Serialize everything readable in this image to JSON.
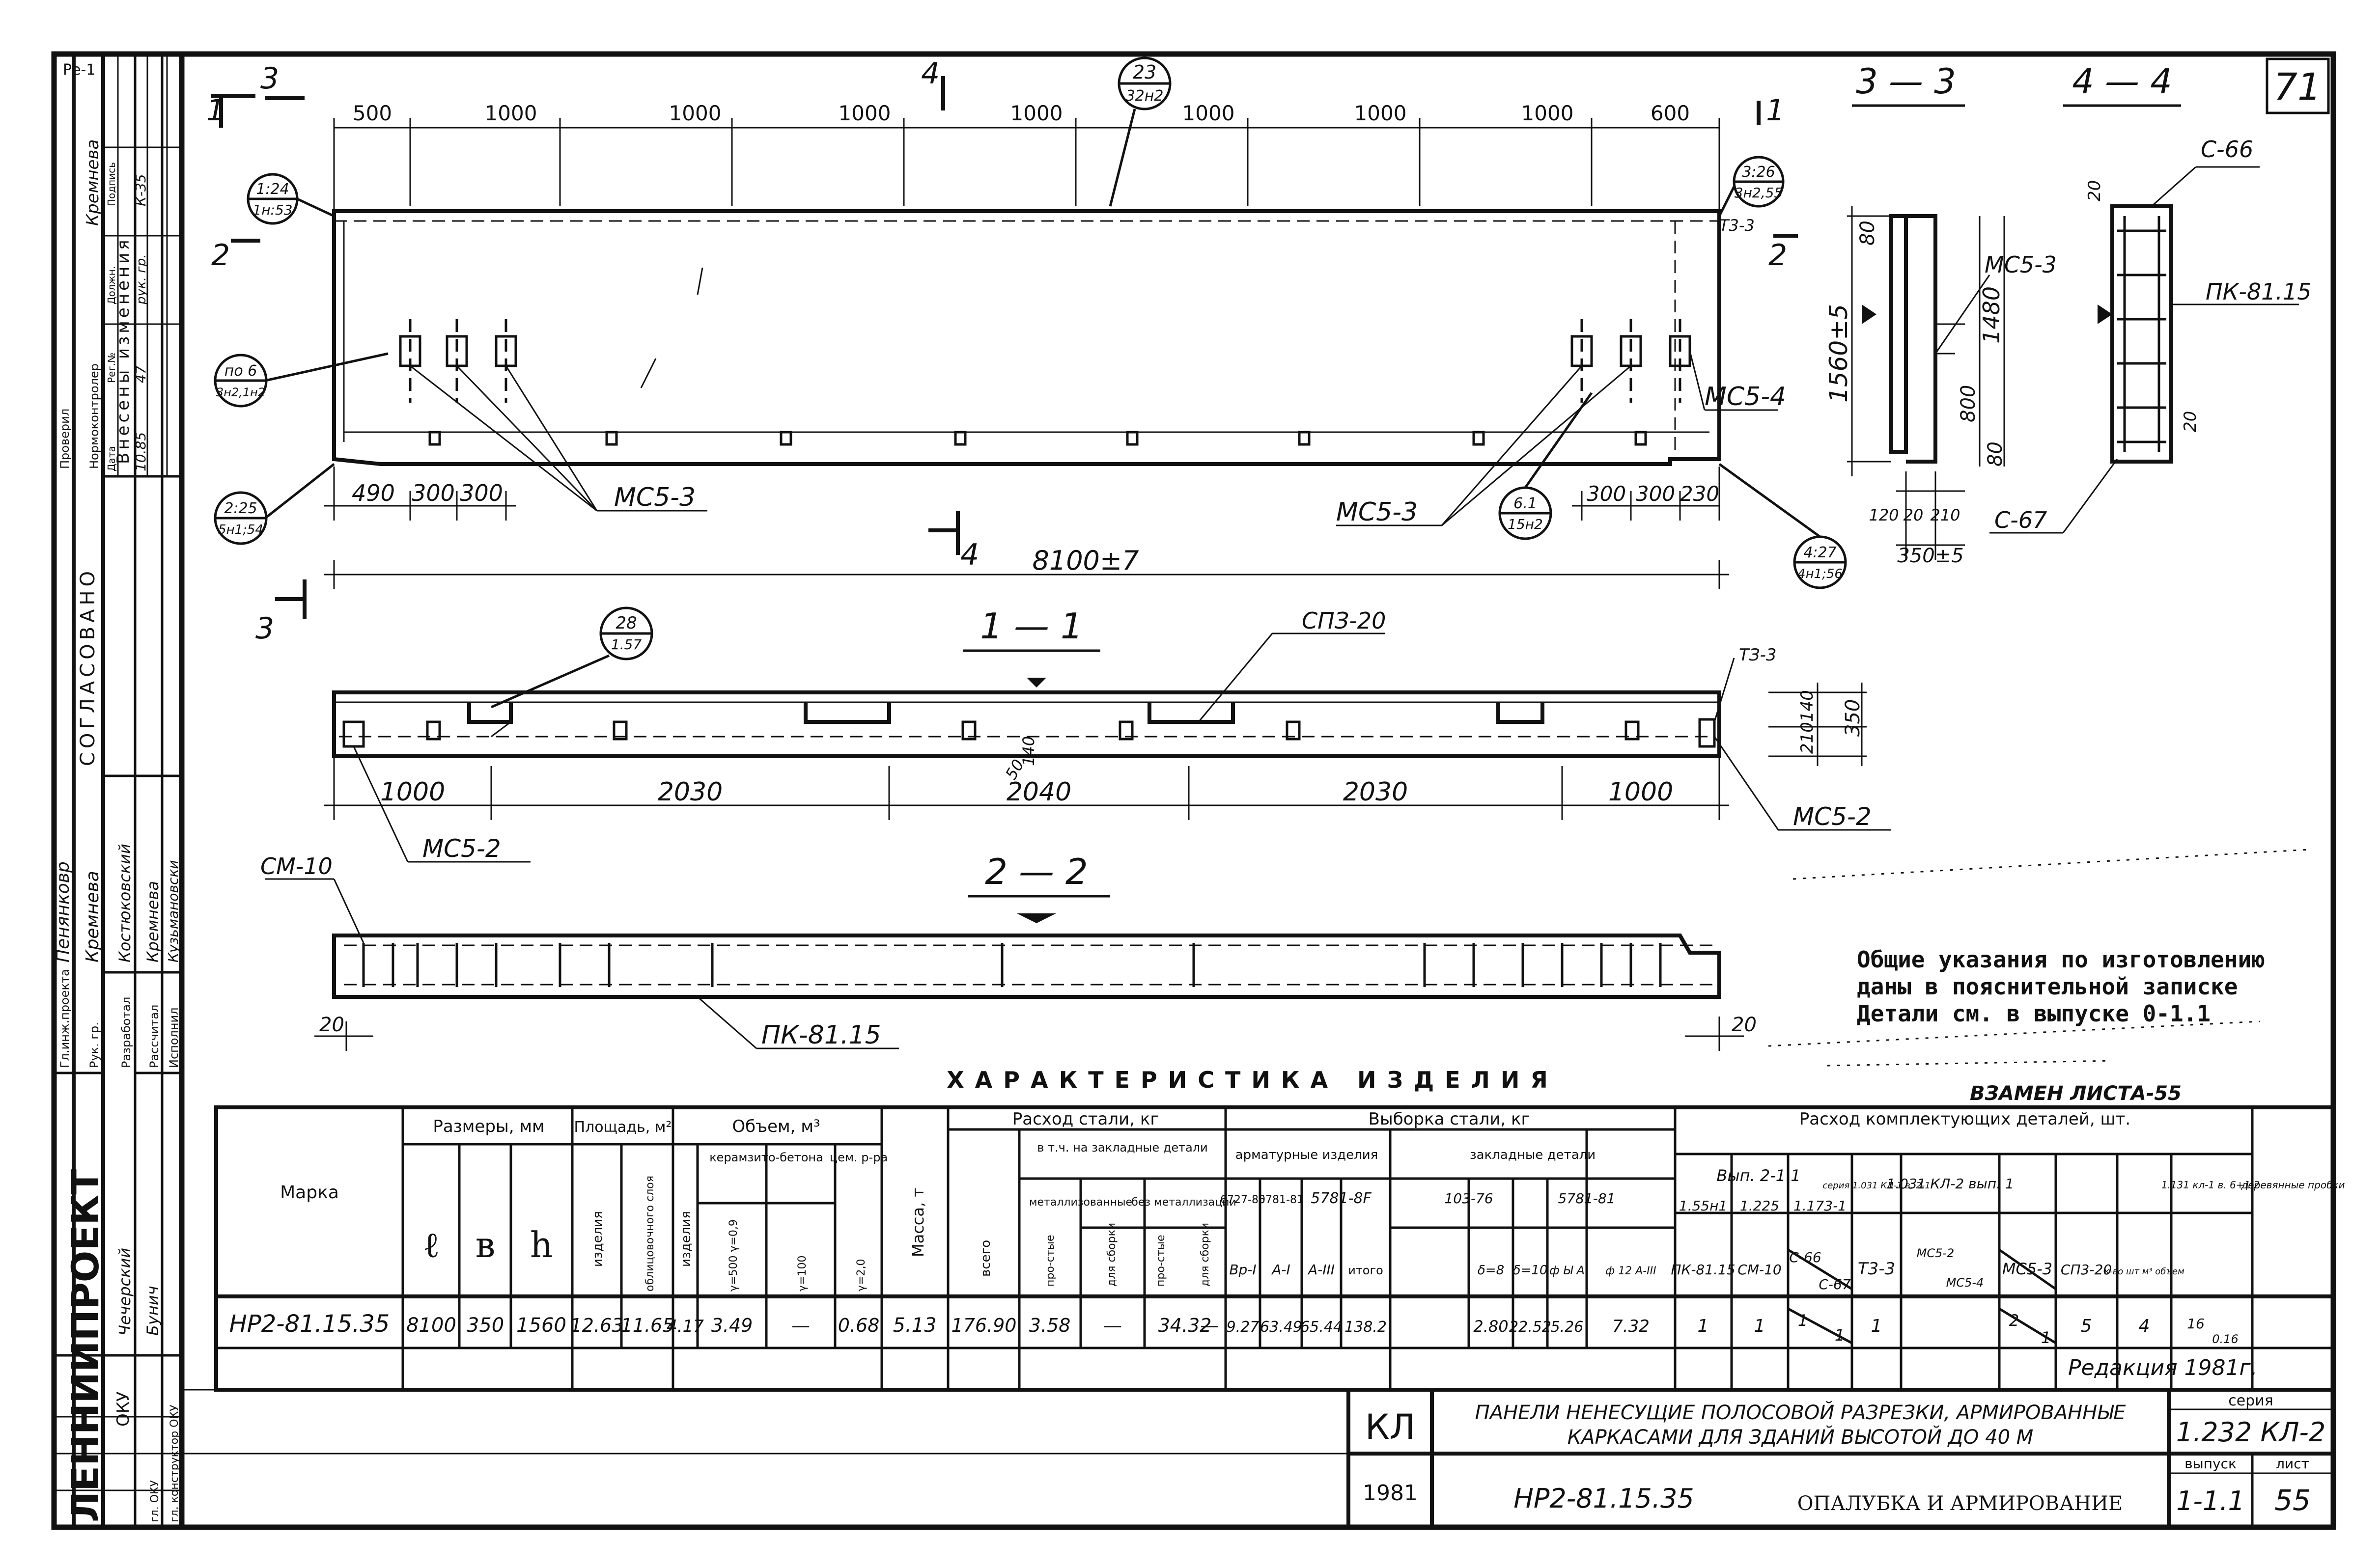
{
  "sheet": {
    "sheet_corner_number": "71",
    "org_name": "ЛЕННИИПРОЕКТ",
    "org_dept": "ОКУ",
    "corner_mark": "Ре-1"
  },
  "views": {
    "top": {
      "top_dims": [
        "500",
        "1000",
        "1000",
        "1000",
        "1000",
        "1000",
        "1000",
        "1000",
        "600"
      ],
      "overall_len": "8100±7",
      "bottom_dims_left": [
        "490",
        "300",
        "300"
      ],
      "bottom_dims_right": [
        "300",
        "300",
        "230"
      ],
      "height_dim": "1560±5",
      "leaders": {
        "mc53_left": "МС5-3",
        "mc53_right": "МС5-3",
        "mc54": "МС5-4",
        "mc53_side": "МС5-3"
      },
      "bubbles": [
        {
          "top": "23",
          "bottom": "32н2"
        },
        {
          "top": "1:24",
          "bottom": "1н:53"
        },
        {
          "top": "3:26",
          "bottom": "3н2,55"
        },
        {
          "top": "по 6",
          "bottom": "3н2,1н2"
        },
        {
          "top": "2:25",
          "bottom": "5н1;54"
        },
        {
          "top": "6.1",
          "bottom": "15н2"
        },
        {
          "top": "4:27",
          "bottom": "4н1;56"
        },
        {
          "top": "28",
          "bottom": "1.57"
        }
      ],
      "section_marks": {
        "s1": "1",
        "s2": "2",
        "s3": "3",
        "s4": "4",
        "s2b": "2",
        "s3b": "3",
        "s4b": "4",
        "s1b": "1",
        "s4c": "4"
      },
      "t33": "Т3-3"
    },
    "sec33": {
      "title": "3 — 3",
      "dims": [
        "80",
        "800",
        "80",
        "1480",
        "120",
        "20",
        "210",
        "350±5"
      ]
    },
    "sec44": {
      "title": "4 — 4",
      "labels": [
        "С-66",
        "ПК-81.15",
        "С-67"
      ],
      "dims": [
        "20",
        "20"
      ]
    },
    "sec11": {
      "title": "1 — 1",
      "sp_label": "СПЗ-20",
      "t33": "ТЗ-3",
      "mc52_left": "МС5-2",
      "mc52_right": "МС5-2",
      "dims": [
        "1000",
        "2030",
        "2040",
        "2030",
        "1000"
      ],
      "height_dims": [
        "140",
        "210",
        "350"
      ],
      "mid_dims": [
        "50",
        "140"
      ]
    },
    "sec22": {
      "title": "2 — 2",
      "cm10": "СМ-10",
      "pk": "ПК-81.15",
      "dims": [
        "20",
        "20"
      ]
    }
  },
  "notes": {
    "line1": "Общие указания по изготовлению",
    "line2": "даны в пояснительной записке",
    "line3": "Детали см. в выпуске 0-1.1"
  },
  "table": {
    "title": "ХАРАКТЕРИСТИКА ИЗДЕЛИЯ",
    "replace_note": "ВЗАМЕН ЛИСТА-55",
    "groups": {
      "marka": "Марка",
      "sizes": "Размеры, мм",
      "area": "Площадь, м²",
      "volume": "Объем, м³",
      "mass": "Масса, т",
      "steel": "Расход стали, кг",
      "sample": "Выборка стали, кг",
      "parts": "Расход комплектующих деталей, шт."
    },
    "sub": {
      "l": "ℓ",
      "b": "в",
      "h": "h",
      "area_product": "изделия",
      "area_facing": "облицовочного слоя",
      "vol_product": "изделия",
      "ceramzit": "керамзито-бетона",
      "cem": "цем. р-ра",
      "vol_a": "γ=500 γ=0,9",
      "vol_b": "γ=100",
      "vol_c": "γ=2,0",
      "steel_total": "всего",
      "steel_incl": "в т.ч. на закладные детали",
      "metallized": "металлизованные",
      "nonmetal": "без металлизации",
      "simple": "про-стые",
      "for_assembly": "для сборки",
      "rebar": "арматурные изделия",
      "embedded": "закладные детали",
      "ser_a": "6727-80",
      "ser_b": "5781-81",
      "ser_c": "5781-8F",
      "ser_d": "103-76",
      "ser_e": "5781-81",
      "cls_1": "Вр-I",
      "cls_2": "А-I",
      "cls_3": "А-III",
      "cls_4": "итого",
      "cls_5": "δ=8",
      "cls_6": "δ=10",
      "cls_7": "ф Ы А",
      "cls_8": "ф 12 А-III",
      "vyp": "Вып. 2-1.1",
      "col_a": "1.55н1",
      "col_b": "1.225",
      "col_c": "1.173-1",
      "col_d": "серия 1.031 КЛ-1 в. 2-1",
      "col_e": "1.031 КЛ-2 вып. 1",
      "col_f": "1.131 кл-1 в. 6+1.2",
      "col_g": "деревянные пробки",
      "p1": "ПК-81.15",
      "p2": "СМ-10",
      "p3a": "С-66",
      "p3b": "С-67",
      "p4": "Т3-3",
      "p5a": "МС5-2",
      "p5b": "МС5-4",
      "p6": "МС5-3",
      "p7": "СП3-20",
      "p8": "к-во шт м³ объем"
    },
    "row": {
      "marka": "НР2-81.15.35",
      "l": "8100",
      "b": "350",
      "h": "1560",
      "area1": "12.63",
      "area2": "11.65",
      "vol1": "4.17",
      "vol2": "3.49",
      "vol3": "—",
      "vol4": "0.68",
      "mass": "5.13",
      "steel_total": "176.90",
      "s1": "3.58",
      "s2": "—",
      "s3": "34.32",
      "s4": "—",
      "r1": "9.27",
      "r2": "63.49",
      "r3": "65.44",
      "r4": "138.2",
      "e1": "2.80",
      "e2": "22.52",
      "e3": "5.26",
      "e4": "7.32",
      "n1": "1",
      "n2": "1",
      "n3a": "1",
      "n3b": "1",
      "n4": "1",
      "n5a": "2",
      "n5b": "1",
      "n6": "5",
      "n7": "4",
      "n8a": "16",
      "n8b": "0.16"
    },
    "edition": "Редакция 1981г."
  },
  "titleblock": {
    "kl": "КЛ",
    "desc1": "ПАНЕЛИ НЕНЕСУЩИЕ ПОЛОСОВОЙ РАЗРЕЗКИ, АРМИРОВАННЫЕ",
    "desc2": "КАРКАСАМИ ДЛЯ ЗДАНИЙ ВЫСОТОЙ ДО 40 М",
    "series_label": "серия",
    "series": "1.232 КЛ-2",
    "year": "1981",
    "code": "НР2-81.15.35",
    "sheet_title": "ОПАЛУБКА И АРМИРОВАНИЕ",
    "issue_label": "выпуск",
    "issue": "1-1.1",
    "list_label": "лист",
    "list": "55"
  },
  "sidebar": {
    "approved": "СОГЛАСОВАНО",
    "changes": "Внесены изменения",
    "rows": [
      "Проверил",
      "Нормоконтролер",
      "Гл.инж.проекта",
      "Рук. гр.",
      "Разработал",
      "Рассчитал",
      "Исполнил"
    ],
    "names": [
      "Кремнева",
      "Пенянковр",
      "Кремнева",
      "Костюковский",
      "Кремнева",
      "Кузьмановски"
    ],
    "names_low": [
      "Чечерский",
      "Бунич"
    ],
    "small_cells": [
      "Дата",
      "Рег.№",
      "Должн.",
      "Подпись",
      "10.85",
      "47",
      "рук. гр.",
      "К-35"
    ],
    "stamp": [
      "гл. ОКУ",
      "гл. конструктор ОКУ"
    ]
  }
}
